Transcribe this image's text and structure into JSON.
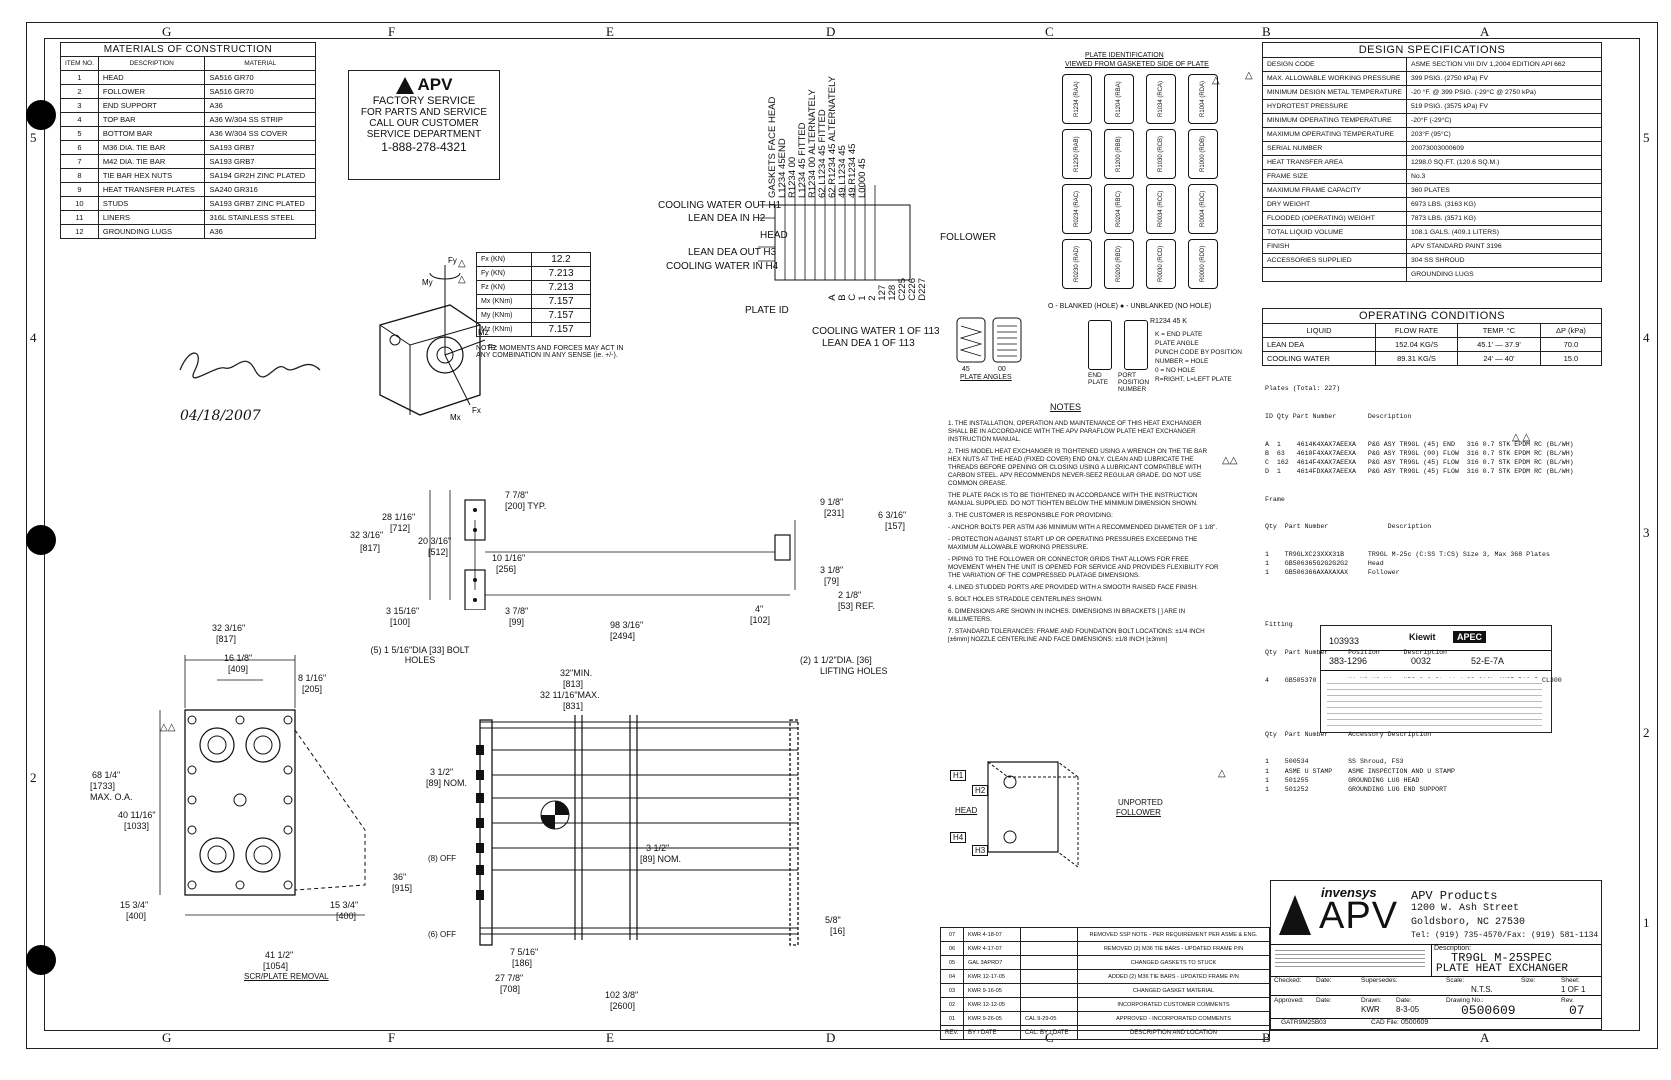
{
  "zones_top": [
    "G",
    "F",
    "E",
    "D",
    "C",
    "B",
    "A"
  ],
  "zones_side": [
    "5",
    "4",
    "3",
    "2",
    "1"
  ],
  "materials": {
    "title": "MATERIALS OF CONSTRUCTION",
    "headers": [
      "ITEM NO.",
      "DESCRIPTION",
      "MATERIAL"
    ],
    "rows": [
      [
        "1",
        "HEAD",
        "SA516 GR70"
      ],
      [
        "2",
        "FOLLOWER",
        "SA516 GR70"
      ],
      [
        "3",
        "END SUPPORT",
        "A36"
      ],
      [
        "4",
        "TOP BAR",
        "A36 W/304 SS STRIP"
      ],
      [
        "5",
        "BOTTOM BAR",
        "A36 W/304 SS COVER"
      ],
      [
        "6",
        "M36 DIA. TIE BAR",
        "SA193 GRB7"
      ],
      [
        "7",
        "M42 DIA. TIE BAR",
        "SA193 GRB7"
      ],
      [
        "8",
        "TIE BAR HEX NUTS",
        "SA194 GR2H ZINC PLATED"
      ],
      [
        "9",
        "HEAT TRANSFER PLATES",
        "SA240 GR316"
      ],
      [
        "10",
        "STUDS",
        "SA193 GRB7 ZINC PLATED"
      ],
      [
        "11",
        "LINERS",
        "316L STAINLESS STEEL"
      ],
      [
        "12",
        "GROUNDING LUGS",
        "A36"
      ]
    ]
  },
  "apv_box": {
    "brand": "APV",
    "l1": "FACTORY SERVICE",
    "l2": "FOR PARTS AND SERVICE",
    "l3": "CALL OUR CUSTOMER",
    "l4": "SERVICE DEPARTMENT",
    "phone": "1-888-278-4321"
  },
  "forces": {
    "rows": [
      [
        "Fx (KN)",
        "12.2"
      ],
      [
        "Fy (KN)",
        "7.213"
      ],
      [
        "Fz (KN)",
        "7.213"
      ],
      [
        "Mx (KNm)",
        "7.157"
      ],
      [
        "My (KNm)",
        "7.157"
      ],
      [
        "Mz (KNm)",
        "7.157"
      ]
    ],
    "note": "NOTE: MOMENTS AND FORCES MAY ACT IN ANY COMBINATION IN ANY SENSE (ie. +/-).",
    "axis_labels": [
      "Fy",
      "My",
      "Mz",
      "Fz",
      "Mx",
      "Fx"
    ]
  },
  "signature_date": "04/18/2007",
  "gasket": {
    "vertical_labels": [
      "GASKETS FACE HEAD",
      "L1234 45END",
      "R1234 00",
      "L1234 45 FITTED",
      "R1234 00 ALTERNATELY",
      "62 L1234 45 FITTED",
      "62 R1234 45 ALTERNATELY",
      "49 L1234 45",
      "49 R1234 45",
      "L0000 45"
    ],
    "ports": [
      "COOLING WATER OUT H1",
      "LEAN DEA IN H2",
      "HEAD",
      "LEAN DEA OUT H3",
      "COOLING WATER IN H4"
    ],
    "plate_id_label": "PLATE ID",
    "plate_ids": [
      "A",
      "B",
      "C",
      "1",
      "2",
      "127",
      "128",
      "C225",
      "C226",
      "D227"
    ],
    "follower": "FOLLOWER",
    "bottom": [
      "COOLING WATER 1 OF 113",
      "LEAN DEA 1 OF 113"
    ]
  },
  "plate_ident": {
    "title": "PLATE IDENTIFICATION",
    "subtitle": "VIEWED FROM GASKETED SIDE OF PLATE",
    "grid": [
      [
        "R1234 (RAA)",
        "R1204 (RBA)",
        "R1034 (RCA)",
        "R1004 (RDA)"
      ],
      [
        "R1230 (RAB)",
        "R1200 (RBB)",
        "R1030 (RCB)",
        "R1000 (RDB)"
      ],
      [
        "R0234 (RAC)",
        "R0204 (RBC)",
        "R0034 (RCC)",
        "R0004 (RDC)"
      ],
      [
        "R0230 (RAD)",
        "R0200 (RBD)",
        "R0030 (RCD)",
        "R0000 (RDD)"
      ]
    ],
    "legend": "O - BLANKED (HOLE)   ● - UNBLANKED (NO HOLE)",
    "angles": [
      "45",
      "00"
    ],
    "angles_label": "PLATE ANGLES",
    "end_plate": "END PLATE",
    "port_pos": "PORT POSITION NUMBER",
    "code": "R1234 45 K",
    "code_notes": [
      "K = END PLATE",
      "PLATE ANGLE",
      "PUNCH CODE BY POSITION NUMBER = HOLE",
      "0 = NO HOLE",
      "R=RIGHT, L=LEFT PLATE"
    ]
  },
  "notes": {
    "title": "NOTES",
    "items": [
      "1. THE INSTALLATION, OPERATION AND MAINTENANCE OF THIS HEAT EXCHANGER SHALL BE IN ACCORDANCE WITH THE APV PARAFLOW PLATE HEAT EXCHANGER INSTRUCTION MANUAL.",
      "2. THIS MODEL HEAT EXCHANGER IS TIGHTENED USING A WRENCH ON THE TIE BAR HEX NUTS AT THE HEAD (FIXED COVER) END ONLY. CLEAN AND LUBRICATE THE THREADS BEFORE OPENING OR CLOSING USING A LUBRICANT COMPATIBLE WITH CARBON STEEL. APV RECOMMENDS NEVER-SEEZ REGULAR GRADE. DO NOT USE COMMON GREASE.",
      "THE PLATE PACK IS TO BE TIGHTENED IN ACCORDANCE WITH THE INSTRUCTION MANUAL SUPPLIED. DO NOT TIGHTEN BELOW THE MINIMUM DIMENSION SHOWN.",
      "3. THE CUSTOMER IS RESPONSIBLE FOR PROVIDING:",
      "- ANCHOR BOLTS PER ASTM A36 MINIMUM WITH A RECOMMENDED DIAMETER OF 1 1/8\".",
      "- PROTECTION AGAINST START UP OR OPERATING PRESSURES EXCEEDING THE MAXIMUM ALLOWABLE WORKING PRESSURE.",
      "- PIPING TO THE FOLLOWER OR CONNECTOR GRIDS THAT ALLOWS FOR FREE MOVEMENT WHEN THE UNIT IS OPENED FOR SERVICE AND PROVIDES FLEXIBILITY FOR THE VARIATION OF THE COMPRESSED PLATAGE DIMENSIONS.",
      "4. LINED STUDDED PORTS ARE PROVIDED WITH A SMOOTH RAISED FACE FINISH.",
      "5. BOLT HOLES STRADDLE CENTERLINES SHOWN.",
      "6. DIMENSIONS ARE SHOWN IN INCHES. DIMENSIONS IN BRACKETS [ ] ARE IN MILLIMETERS.",
      "7. STANDARD TOLERANCES: FRAME AND FOUNDATION BOLT LOCATIONS: ±1/4 INCH [±6mm]  NOZZLE CENTERLINE AND FACE DIMENSIONS: ±1/8 INCH [±3mm]"
    ]
  },
  "design": {
    "title": "DESIGN SPECIFICATIONS",
    "rows": [
      [
        "DESIGN CODE",
        "ASME SECTION VIII DIV 1,2004 EDITION API 662"
      ],
      [
        "MAX. ALLOWABLE WORKING PRESSURE",
        "399 PSIG. (2750 kPa) FV"
      ],
      [
        "MINIMUM DESIGN METAL TEMPERATURE",
        "-20 °F. @ 399 PSIG. (-29°C @ 2750 kPa)"
      ],
      [
        "HYDROTEST PRESSURE",
        "519 PSIG. (3575 kPa) FV"
      ],
      [
        "MINIMUM OPERATING TEMPERATURE",
        "-20°F (-29°C)"
      ],
      [
        "MAXIMUM OPERATING TEMPERATURE",
        "203°F (95°C)"
      ],
      [
        "SERIAL NUMBER",
        "20073003000609"
      ],
      [
        "HEAT TRANSFER AREA",
        "1298.0 SQ.FT. (120.6 SQ.M.)"
      ],
      [
        "FRAME SIZE",
        "No.3"
      ],
      [
        "MAXIMUM FRAME CAPACITY",
        "360 PLATES"
      ],
      [
        "DRY WEIGHT",
        "6973 LBS. (3163 KG)"
      ],
      [
        "FLOODED (OPERATING) WEIGHT",
        "7873 LBS. (3571 KG)"
      ],
      [
        "TOTAL LIQUID VOLUME",
        "108.1 GALS. (409.1 LITERS)"
      ],
      [
        "FINISH",
        "APV STANDARD PAINT 3196"
      ],
      [
        "ACCESSORIES SUPPLIED",
        "304 SS SHROUD"
      ],
      [
        "",
        "GROUNDING LUGS"
      ]
    ]
  },
  "operating": {
    "title": "OPERATING CONDITIONS",
    "headers": [
      "LIQUID",
      "FLOW RATE",
      "TEMP. °C",
      "ΔP (kPa)"
    ],
    "rows": [
      [
        "LEAN DEA",
        "152.04 KG/S",
        "45.1' — 37.9'",
        "70.0"
      ],
      [
        "COOLING WATER",
        "89.31 KG/S",
        "24' — 40'",
        "15.0"
      ]
    ]
  },
  "parts": {
    "plates_head": "Plates (Total: 227)",
    "plates_cols": "ID Qty Part Number        Description",
    "plates": [
      "A  1    4614K4XAX7AEEXA   P&G ASY TR9GL (45) END   316 0.7 STK EPDM RC (BL/WH)",
      "B  63   4610F4XAX7AEEXA   P&G ASY TR9GL (00) FLOW  316 0.7 STK EPDM RC (BL/WH)",
      "C  162  4614F4XAX7AEEXA   P&G ASY TR9GL (45) FLOW  316 0.7 STK EPDM RC (BL/WH)",
      "D  1    4614FDXAX7AEEXA   P&G ASY TR9GL (45) FLOW  316 0.7 STK EPDM RC (BL/WH)"
    ],
    "frame_head": "Frame",
    "frame_cols": "Qty  Part Number               Description",
    "frame": [
      "1    TR9GLXC23XXX31B      TR9GL M-25c (C:SS T:CS) Size 3, Max 368 Plates",
      "1    GB506365G2G2G2G2     Head",
      "1    GB506366AXAXAXAX     Follower"
    ],
    "fitting_head": "Fitting",
    "fitting_cols": "Qty  Part Number     Position      Description",
    "fitting": [
      "4    GB505370        H1,H2,H3,H4   NPS 8.0 Studded SS 316L ANSI B16.5 CL300"
    ],
    "acc_cols": "Qty  Part Number     Accessory Description",
    "acc": [
      "1    500534          SS Shroud, FS3",
      "1    ASME U STAMP    ASME INSPECTION AND U STAMP",
      "1    501255          GROUNDING LUG HEAD",
      "1    501252          GROUNDING LUG END SUPPORT"
    ]
  },
  "kiewit": {
    "project": "103933",
    "contract": "383-1296",
    "item": "0032",
    "tag": "52-E-7A",
    "brand": "Kiewit",
    "apec": "APEC"
  },
  "views": {
    "end_dims": [
      "32 3/16\"",
      "[817]",
      "16 1/8\"",
      "[409]",
      "8 1/16\"",
      "[205]",
      "68 1/4\"",
      "[1733]",
      "MAX. O.A.",
      "40 11/16\"",
      "[1033]",
      "15 3/4\"",
      "[400]",
      "15 3/4\"",
      "[400]",
      "41 1/2\"",
      "[1054]",
      "SCR/PLATE REMOVAL"
    ],
    "bolt_holes": "(5) 1 5/16\"DIA [33] BOLT HOLES",
    "plan_dims": [
      "7 7/8\"",
      "[200] TYP.",
      "28 1/16\"",
      "[712]",
      "32 3/16\"",
      "[817]",
      "20 3/16\"",
      "[512]",
      "10 1/16\"",
      "[256]",
      "3 15/16\"",
      "[100]",
      "3 7/8\"",
      "[99]",
      "98 3/16\"",
      "[2494]",
      "9 1/8\"",
      "[231]",
      "6 3/16\"",
      "[157]",
      "3 1/8\"",
      "[79]",
      "2 1/8\"",
      "[53] REF.",
      "4\"",
      "[102]"
    ],
    "side_dims": [
      "32\"MIN.",
      "[813]",
      "32 11/16\"MAX.",
      "[831]",
      "(2) 1 1/2\"DIA. [36]",
      "LIFTING HOLES",
      "3 1/2\"",
      "[89] NOM.",
      "3 1/2\"",
      "[89] NOM.",
      "36\"",
      "[915]",
      "(8) OFF",
      "(6) OFF",
      "7 5/16\"",
      "[186]",
      "27 7/8\"",
      "[708]",
      "102 3/8\"",
      "[2600]",
      "5/8\"",
      "[16]"
    ],
    "iso_labels": [
      "H1",
      "H2",
      "HEAD",
      "H4",
      "H3",
      "UNPORTED",
      "FOLLOWER"
    ]
  },
  "revisions": {
    "rows": [
      [
        "07",
        "KWR 4-18-07",
        "",
        "REMOVED SSP NOTE - PER REQUIREMENT PER ASME & ENG."
      ],
      [
        "06",
        "KWR 4-17-07",
        "",
        "REMOVED (2) M36 TIE BARS - UPDATED FRAME P/N"
      ],
      [
        "05",
        "GAL 3APRD7",
        "",
        "CHANGED GASKETS TO STUCK"
      ],
      [
        "04",
        "KWR 12-17-05",
        "",
        "ADDED (2) M36 TIE BARS - UPDATED FRAME P/N"
      ],
      [
        "03",
        "KWR 9-16-05",
        "",
        "CHANGED GASKET MATERIAL"
      ],
      [
        "02",
        "KWR 12-12-05",
        "",
        "INCORPORATED CUSTOMER COMMENTS"
      ],
      [
        "01",
        "KWR 9-26-05",
        "CAL 9-29-05",
        "APPROVED - INCORPORATED COMMENTS"
      ]
    ],
    "footer": [
      "REV.",
      "BY / DATE",
      "CAL. BY / DATE",
      "DESCRIPTION AND LOCATION"
    ]
  },
  "title_block": {
    "invensys": "invensys",
    "apv": "APV",
    "company": "APV Products",
    "addr1": "1200 W. Ash Street",
    "addr2": "Goldsboro, NC  27530",
    "tel": "Tel: (919) 735-4570/Fax: (919) 581-1134",
    "desc_label": "Description:",
    "desc1": "TR9GL M-25SPEC",
    "desc2": "PLATE HEAT EXCHANGER",
    "checked": "Checked:",
    "date": "Date:",
    "supersedes": "Supersedes:",
    "scale_label": "Scale:",
    "scale": "N.T.S.",
    "size_label": "Size:",
    "sheet_label": "Sheet:",
    "sheet": "1 OF 1",
    "approved": "Approved:",
    "drawn_label": "Drawn:",
    "drawn": "KWR",
    "drawn_date": "8-3-05",
    "dwg_label": "Drawing No.:",
    "dwg": "0500609",
    "rev_label": "Rev.",
    "rev": "07",
    "cad": "GATR9M25B03",
    "cad_file_label": "CAD File:",
    "cad_file": "0500609"
  }
}
